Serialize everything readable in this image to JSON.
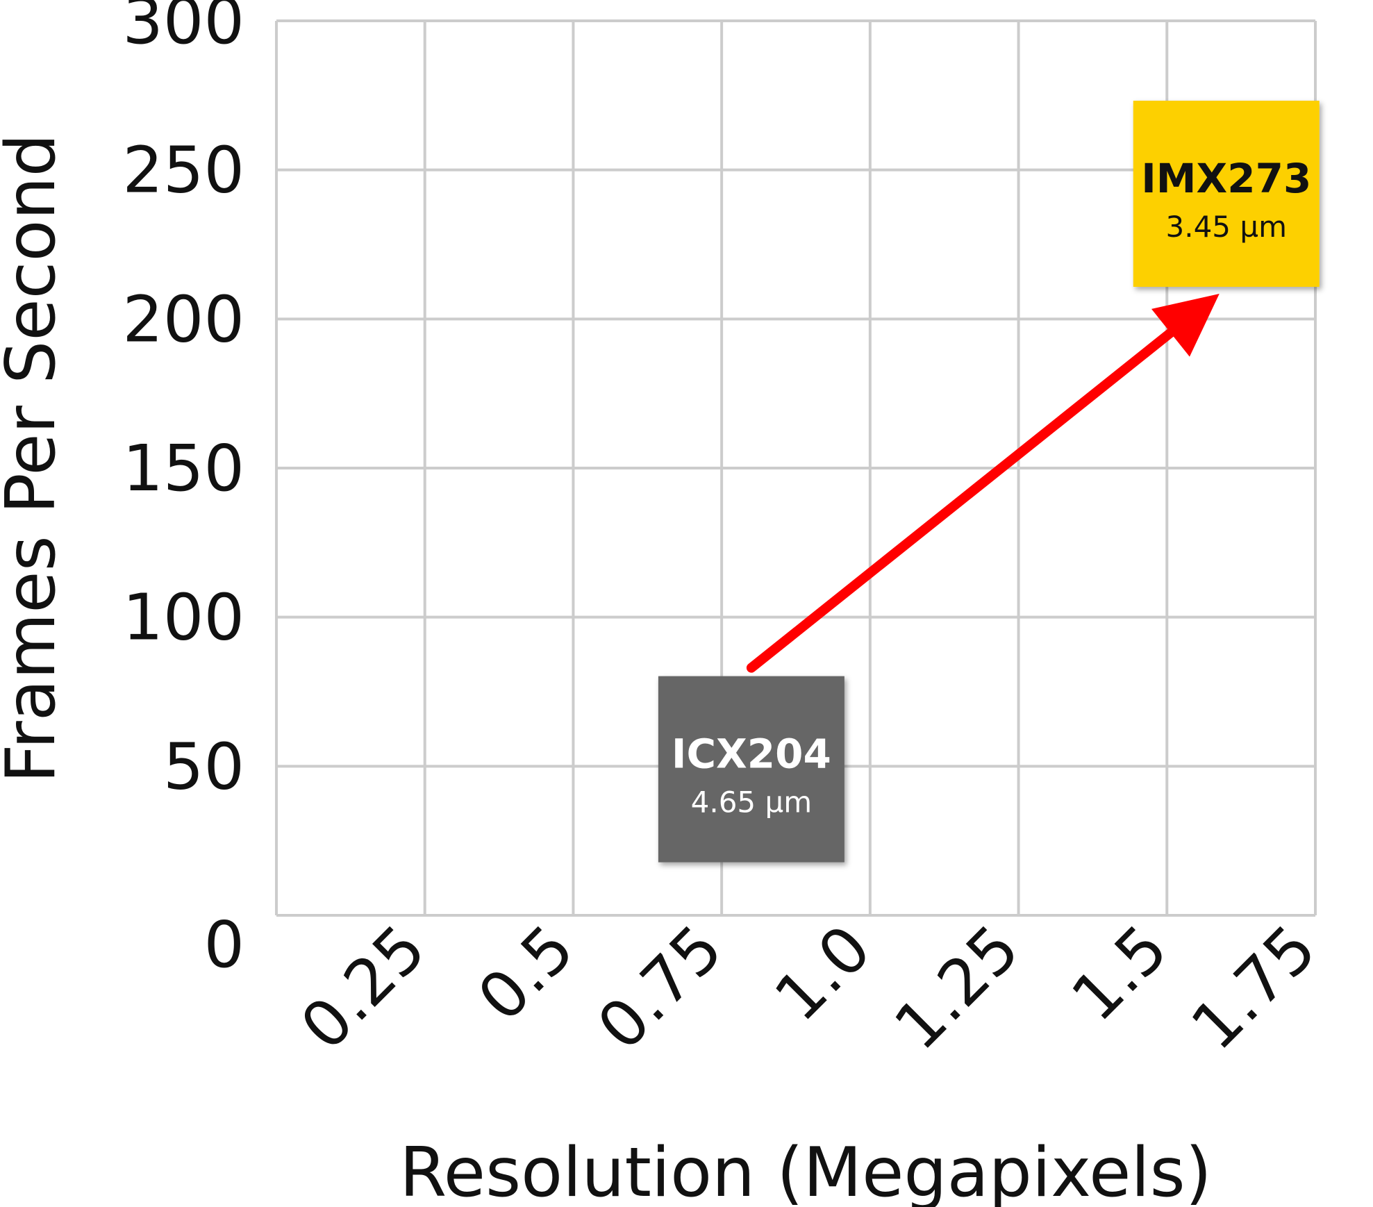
{
  "chart_data": {
    "type": "scatter",
    "title": "",
    "xlabel": "Resolution (Megapixels)",
    "ylabel": "Frames Per Second",
    "xlim": [
      0,
      1.75
    ],
    "ylim": [
      0,
      300
    ],
    "x_ticks": [
      "0.25",
      "0.5",
      "0.75",
      "1.0",
      "1.25",
      "1.5",
      "1.75"
    ],
    "y_ticks": [
      "0",
      "50",
      "100",
      "150",
      "200",
      "250",
      "300"
    ],
    "grid": true,
    "points": [
      {
        "name": "ICX204",
        "subtitle": "4.65 µm",
        "x": 0.8,
        "y": 49,
        "color": "#666666",
        "text_color": "#ffffff"
      },
      {
        "name": "IMX273",
        "subtitle": "3.45 µm",
        "x": 1.6,
        "y": 242,
        "color": "#fdd000",
        "text_color": "#111111"
      }
    ],
    "annotations": [
      {
        "type": "arrow",
        "from": "ICX204",
        "to": "IMX273",
        "color": "#ff0000"
      }
    ]
  }
}
